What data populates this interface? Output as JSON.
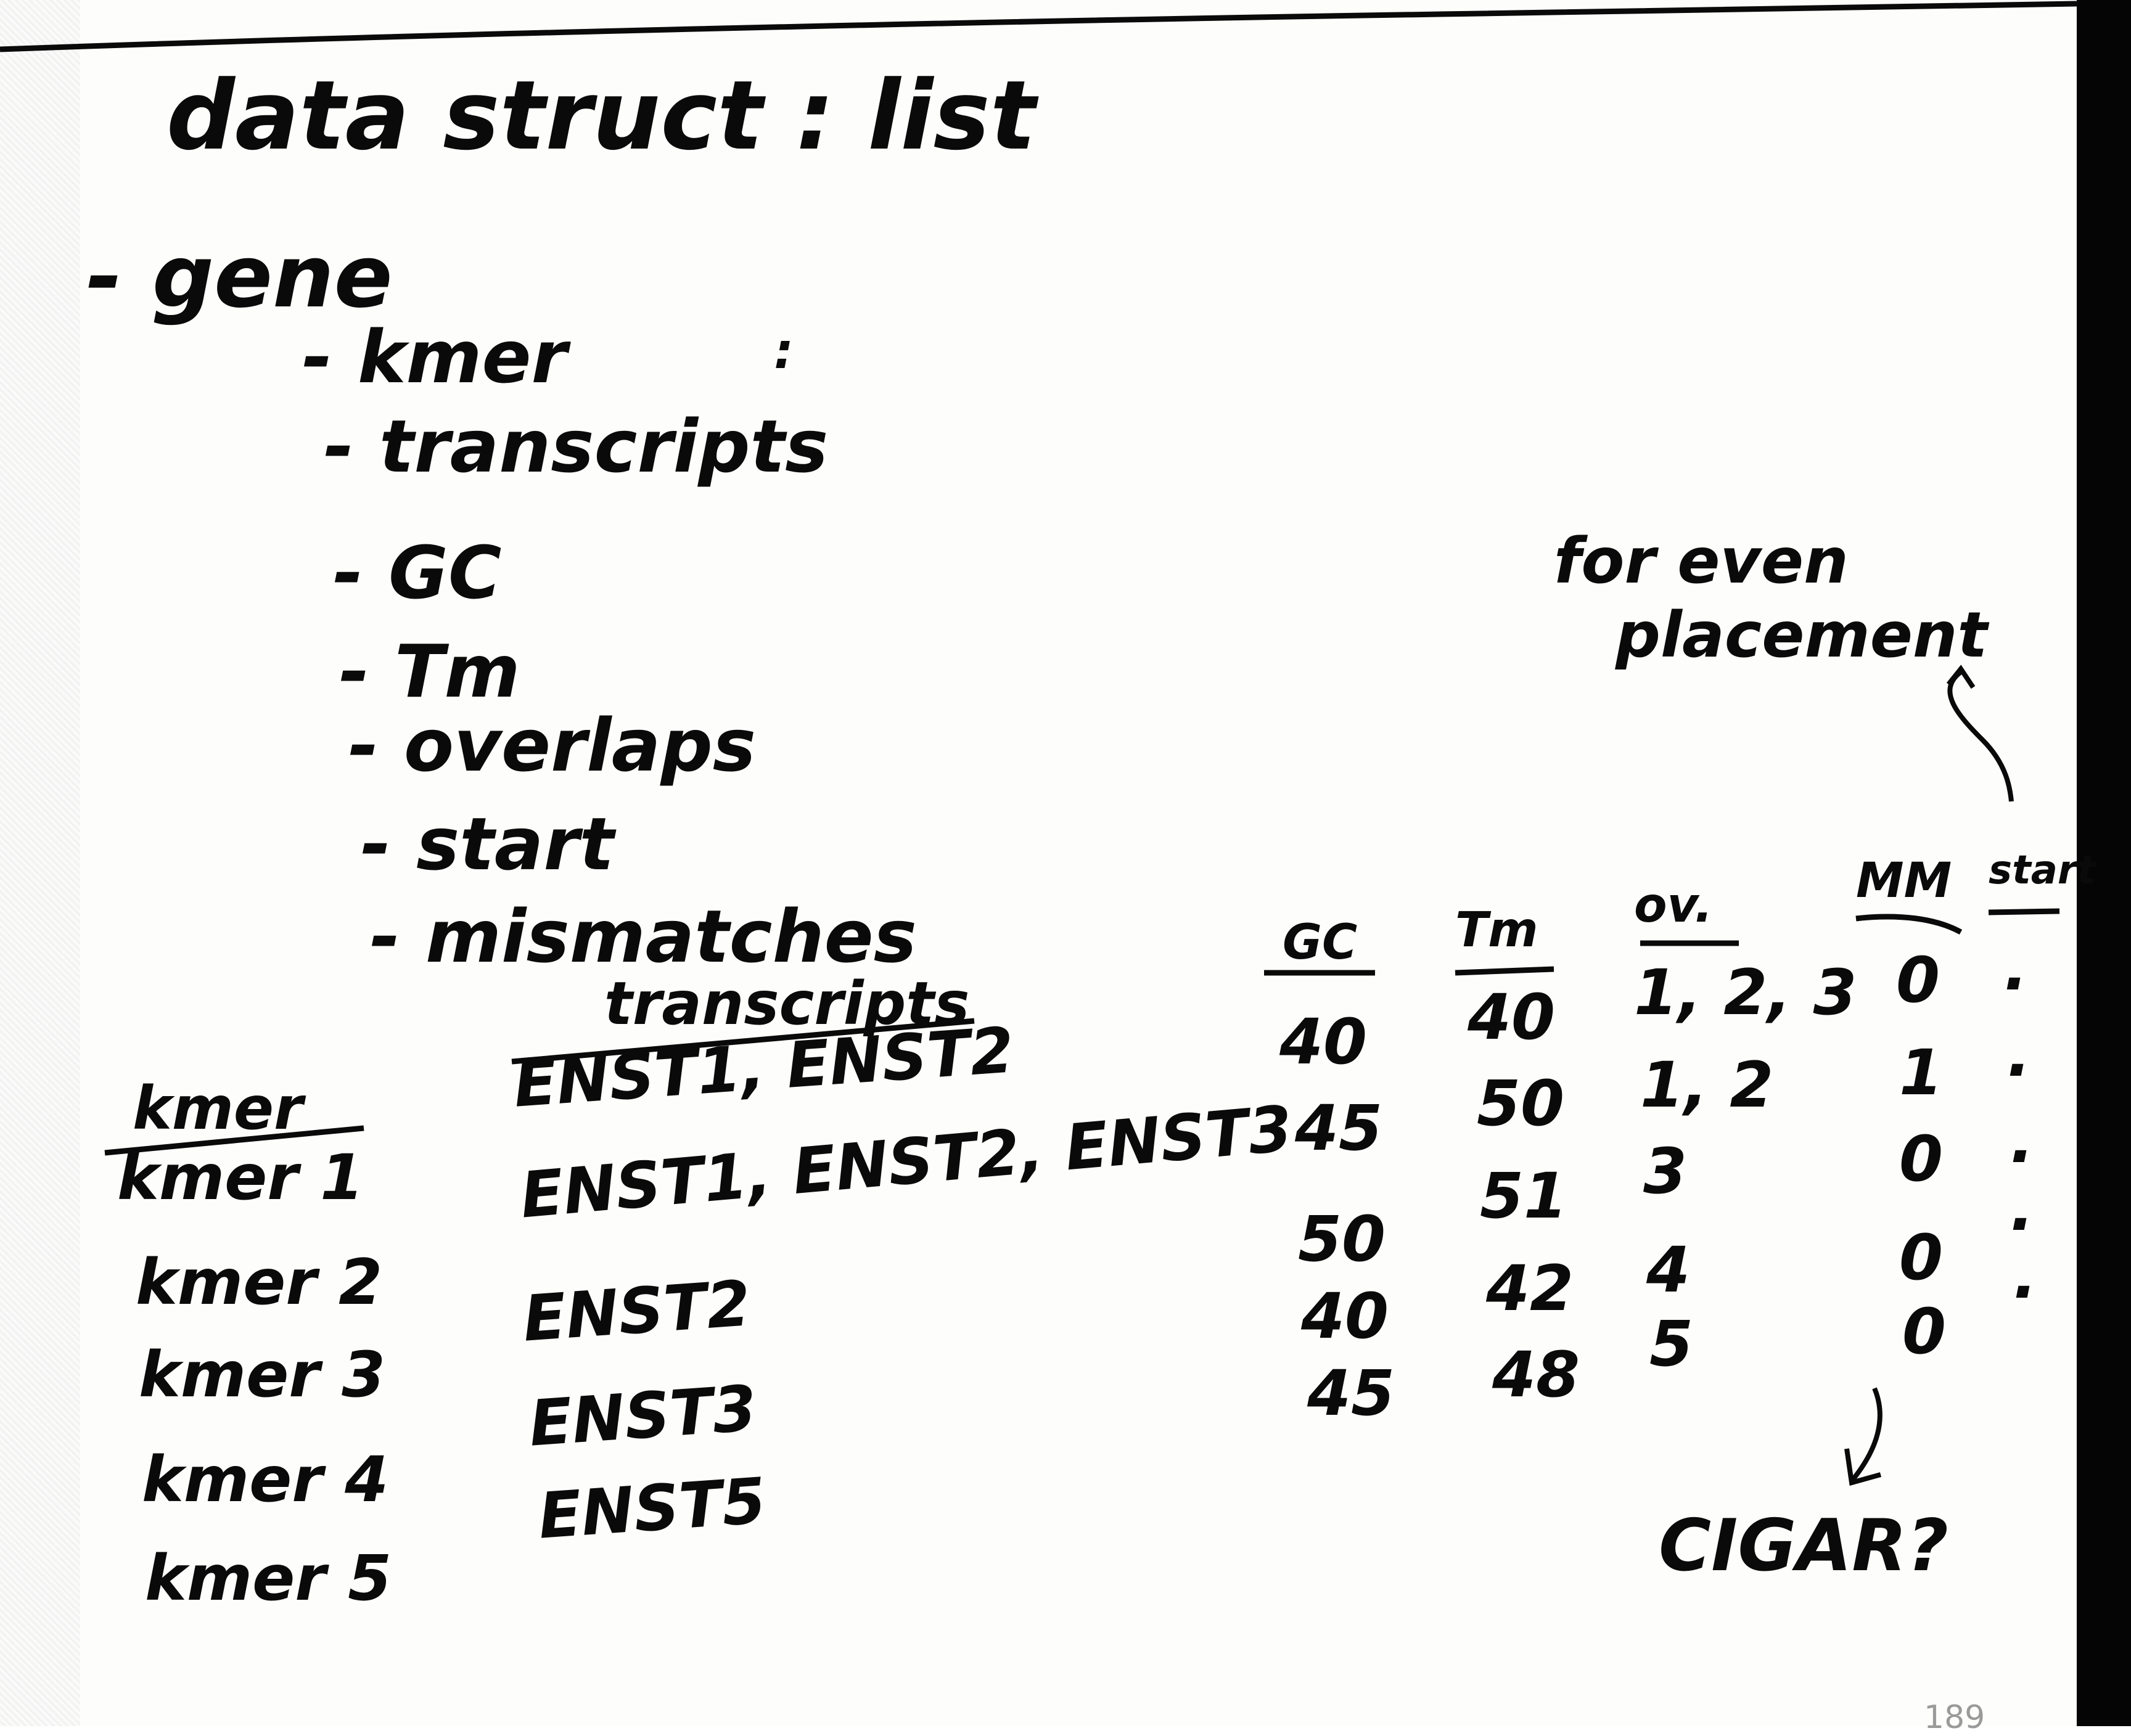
{
  "title": "data struct : list",
  "outline": {
    "gene": "- gene",
    "kmer": "- kmer",
    "kmer_colon": ":",
    "items": [
      "- transcripts",
      "- GC",
      "- Tm",
      "- overlaps",
      "- start",
      "- mismatches"
    ]
  },
  "table": {
    "headers": {
      "kmer": "kmer",
      "transcripts": "transcripts",
      "gc": "GC",
      "tm": "Tm",
      "ov": "ov.",
      "mm": "MM",
      "start": "start"
    },
    "rows": [
      {
        "kmer": "kmer 1",
        "transcripts": "ENST1, ENST2",
        "gc": "40",
        "tm": "40",
        "ov": "1, 2, 3",
        "mm": "0",
        "start": "."
      },
      {
        "kmer": "kmer 2",
        "transcripts": "ENST1, ENST2, ENST3",
        "gc": "45",
        "tm": "50",
        "ov": "1, 2",
        "mm": "1",
        "start": "."
      },
      {
        "kmer": "kmer 3",
        "transcripts": "ENST2",
        "gc": "50",
        "tm": "51",
        "ov": "3",
        "mm": "0",
        "start": "."
      },
      {
        "kmer": "kmer 4",
        "transcripts": "ENST3",
        "gc": "40",
        "tm": "42",
        "ov": "4",
        "mm": "0",
        "start": "."
      },
      {
        "kmer": "kmer 5",
        "transcripts": "ENST5",
        "gc": "45",
        "tm": "48",
        "ov": "5",
        "mm": "0",
        "start": "."
      }
    ]
  },
  "annotations": {
    "even_placement": [
      "for even",
      "placement"
    ],
    "cigar": "CIGAR?"
  },
  "page_number": "189"
}
